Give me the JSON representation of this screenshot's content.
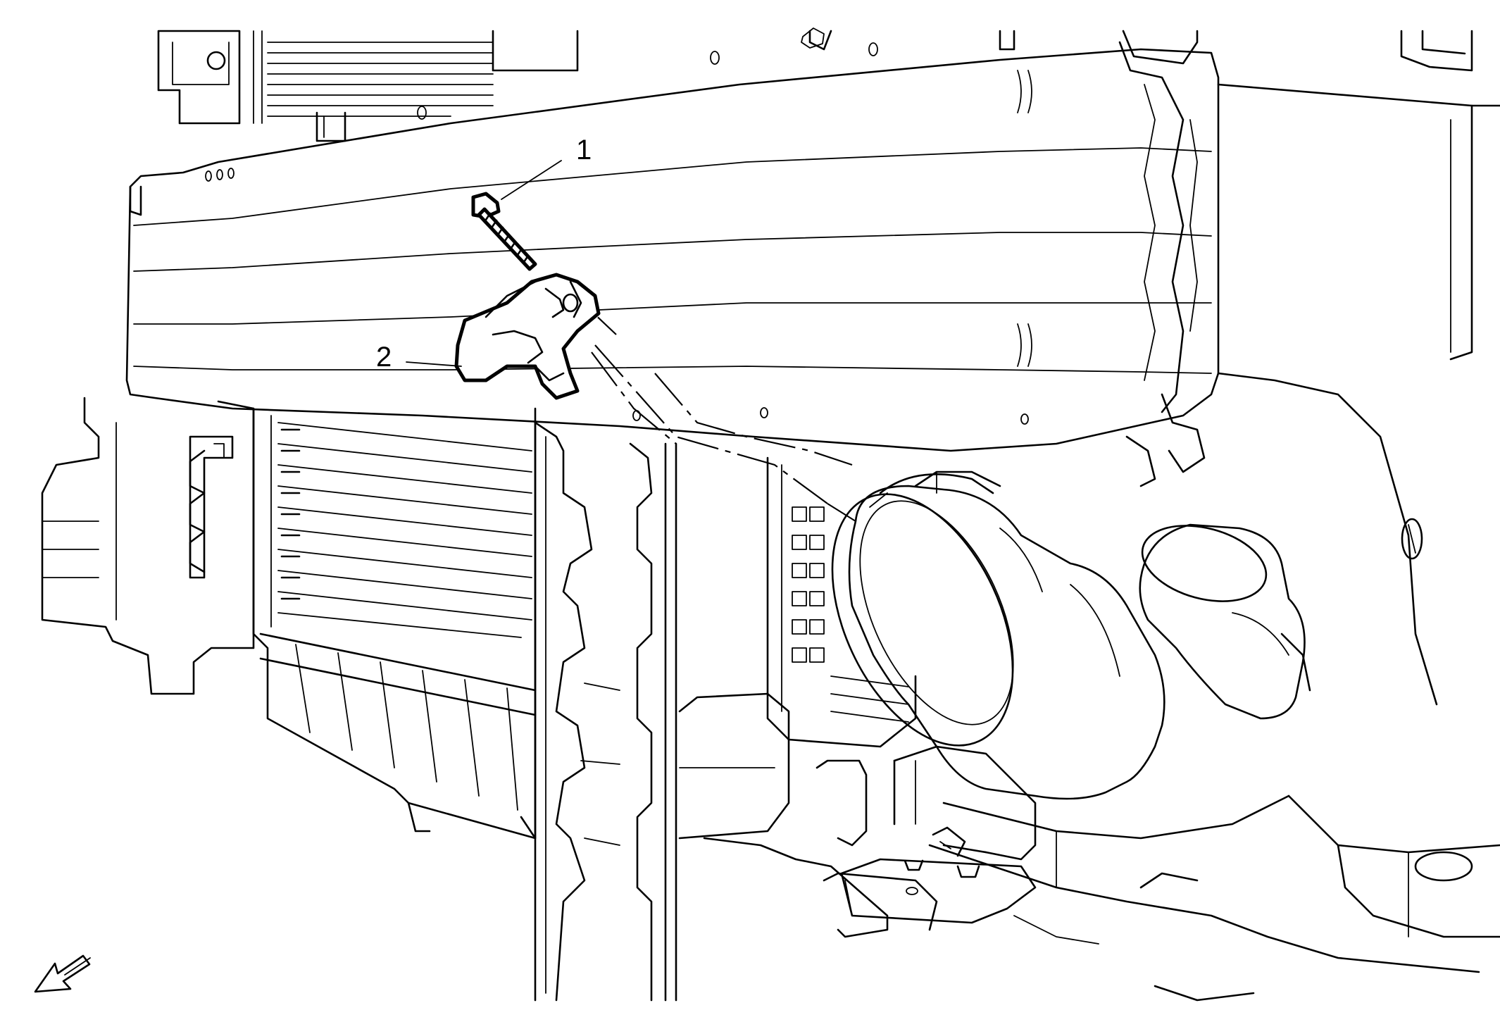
{
  "callouts": [
    {
      "number": "1",
      "part": "bolt"
    },
    {
      "number": "2",
      "part": "sensor"
    }
  ],
  "icons": {
    "direction": "front-direction-arrow-icon"
  },
  "colors": {
    "line": "#000000",
    "background": "#ffffff"
  }
}
